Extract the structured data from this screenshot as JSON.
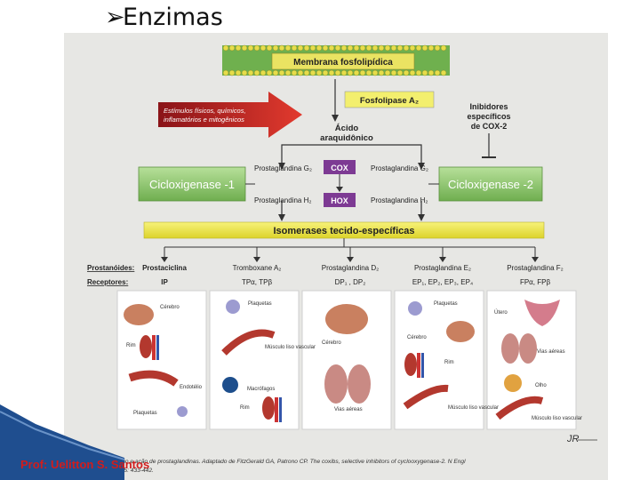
{
  "slide": {
    "title": "Enzimas",
    "footer": "Prof: Uelitton S. Santos"
  },
  "figure": {
    "membrane": "Membrana fosfolipídica",
    "phospholipase": "Fosfolipase A₂",
    "stimuli_line1": "Estímulos físicos, químicos,",
    "stimuli_line2": "inflamatórios e mitogênicos",
    "inhibitors": [
      "Inibidores",
      "específicos",
      "de COX-2"
    ],
    "acid_line1": "Ácido",
    "acid_line2": "araquidônico",
    "cox1": "Cicloxigenase -1",
    "cox2": "Cicloxigenase -2",
    "pgg2_left": "Prostaglandina G₂",
    "pgg2_right": "Prostaglandina G₂",
    "pgh2_left": "Prostaglandina H₂",
    "pgh2_right": "Prostaglandina H₂",
    "cox_box": "COX",
    "hox_box": "HOX",
    "isomerases": "Isomerases tecido-específicas",
    "prostanoids_label": "Prostanóides:",
    "receptors_label": "Receptores:",
    "columns": [
      {
        "prostanoid": "Prostaciclina",
        "receptor": "IP",
        "organs": [
          "Cérebro",
          "Rim",
          "Endotélio",
          "Plaquetas"
        ]
      },
      {
        "prostanoid": "Tromboxane A₂",
        "receptor": "TPα, TPβ",
        "organs": [
          "Plaquetas",
          "Músculo liso vascular",
          "Macrófagos",
          "Rim"
        ]
      },
      {
        "prostanoid": "Prostaglandina D₂",
        "receptor": "DP₁ , DP₂",
        "organs": [
          "Cérebro",
          "Vias aéreas"
        ]
      },
      {
        "prostanoid": "Prostaglandina E₂",
        "receptor": "EP₁, EP₂, EP₃, EP₄",
        "organs": [
          "Plaquetas",
          "Cérebro",
          "Rim",
          "Músculo liso vascular"
        ]
      },
      {
        "prostanoid": "Prostaglandina F₂",
        "receptor": "FPα, FPβ",
        "organs": [
          "Útero",
          "Vias aéreas",
          "Olho",
          "Músculo liso vascular"
        ]
      }
    ],
    "caption_line1": "Fig. 1 - Produção e ação de prostaglandinas. Adaptado de FitzGerald GA, Patrono CP. The coxibs, selective inhibitors of cyclooxygenase-2. N Engl",
    "caption_line2": "J Med 2001; 345: 433-442.",
    "signature": "JR"
  },
  "colors": {
    "membrane": "#e6dd4a",
    "cox_green": "#8cc46a",
    "arrow_red": "#d8302a",
    "enzyme_purple": "#7d3a93",
    "yellow_bar": "#eee84a",
    "organ_red": "#b3382e"
  }
}
